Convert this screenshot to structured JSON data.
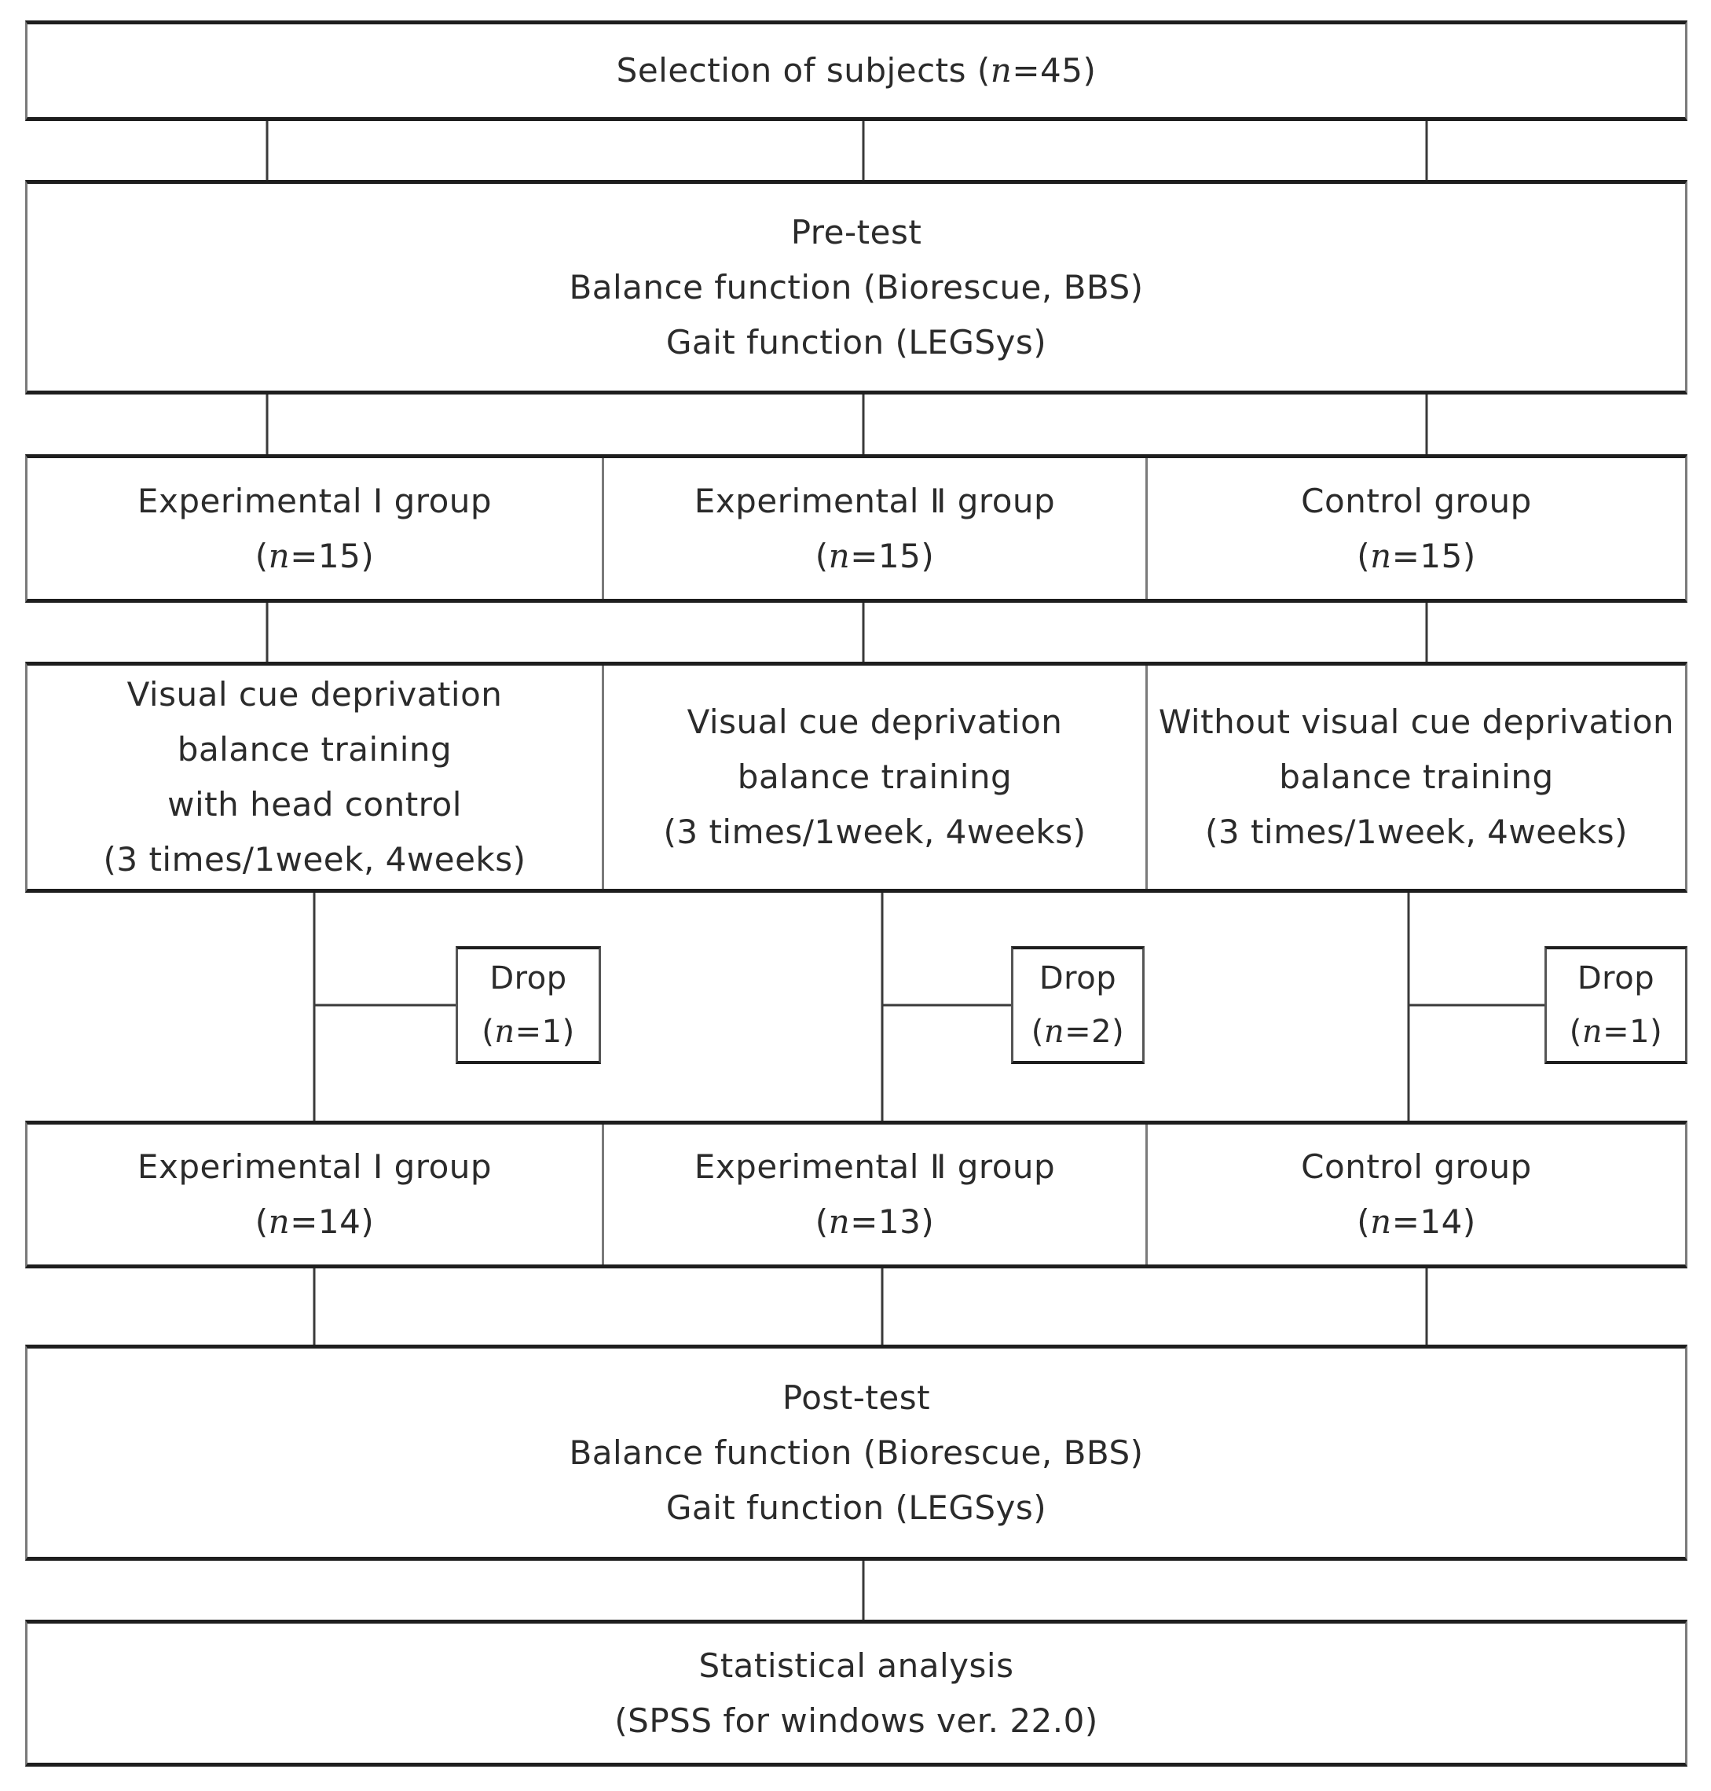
{
  "selection": {
    "text": "Selection of subjects (",
    "n_label": "n",
    "n_value": "=45)"
  },
  "pretest": {
    "title": "Pre-test",
    "line1": "Balance function (Biorescue, BBS)",
    "line2": "Gait function (LEGSys)"
  },
  "groups_initial": [
    {
      "name": "Experimental Ⅰ group",
      "n_value": "=15)"
    },
    {
      "name": "Experimental Ⅱ group",
      "n_value": "=15)"
    },
    {
      "name": "Control group",
      "n_value": "=15)"
    }
  ],
  "interventions": [
    {
      "lines": [
        "Visual cue deprivation",
        "balance training",
        "with head control",
        "(3 times/1week, 4weeks)"
      ]
    },
    {
      "lines": [
        "Visual cue deprivation",
        "balance training",
        "(3 times/1week, 4weeks)"
      ]
    },
    {
      "lines": [
        "Without visual cue deprivation",
        "balance training",
        "(3 times/1week, 4weeks)"
      ]
    }
  ],
  "drops": [
    {
      "label": "Drop",
      "n_value": "=1)"
    },
    {
      "label": "Drop",
      "n_value": "=2)"
    },
    {
      "label": "Drop",
      "n_value": "=1)"
    }
  ],
  "groups_final": [
    {
      "name": "Experimental Ⅰ group",
      "n_value": "=14)"
    },
    {
      "name": "Experimental Ⅱ group",
      "n_value": "=13)"
    },
    {
      "name": "Control group",
      "n_value": "=14)"
    }
  ],
  "posttest": {
    "title": "Post-test",
    "line1": "Balance function (Biorescue, BBS)",
    "line2": "Gait function (LEGSys)"
  },
  "analysis": {
    "line1": "Statistical analysis",
    "line2": "(SPSS for windows ver. 22.0)"
  },
  "common": {
    "open_paren": "(",
    "n_italic": "n"
  },
  "colors": {
    "box_border": "#1e1e1e",
    "side_border": "#7a7a7a",
    "connector": "#3a3a3a",
    "text": "#2b2b2b"
  }
}
